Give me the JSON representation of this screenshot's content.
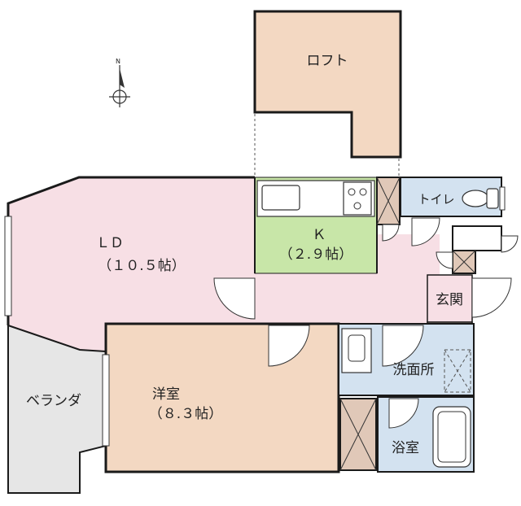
{
  "rooms": {
    "loft": "ロフト",
    "ld_name": "ＬＤ",
    "ld_size": "（１０.５帖）",
    "kitchen_name": "Ｋ",
    "kitchen_size": "（２.９帖）",
    "toilet": "トイレ",
    "entrance": "玄関",
    "western_name": "洋室",
    "western_size": "（８.３帖）",
    "washroom": "洗面所",
    "bathroom": "浴室",
    "veranda": "ベランダ"
  },
  "compass": {
    "north_label": "N"
  },
  "colors": {
    "ld_fill": "#f7dfe5",
    "kitchen_fill": "#c8e6a8",
    "loft_fill": "#f3d8c2",
    "western_fill": "#f3d8c2",
    "wet_fill": "#d3e2f0",
    "veranda_fill": "#e6e6e6",
    "storage_fill": "#e0c8b8",
    "wall": "#1a1a1a"
  }
}
